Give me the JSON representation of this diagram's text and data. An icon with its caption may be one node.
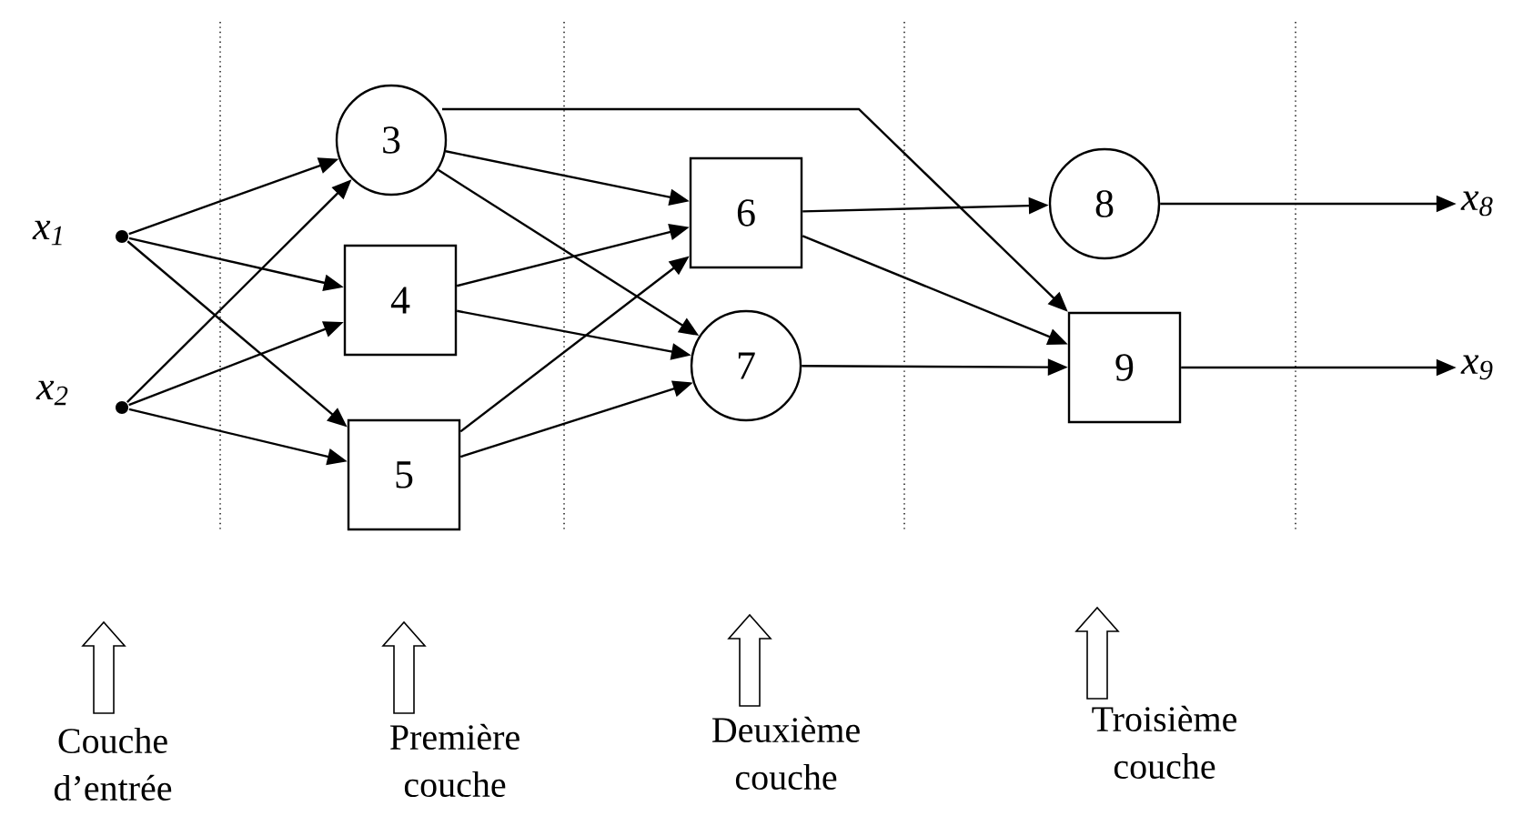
{
  "diagram": {
    "nodes": [
      {
        "text": [],
        "shape": "circle",
        "beside": [
          "x$_{1}$"
        ]
      },
      {
        "text": [],
        "shape": "circle",
        "beside": [
          "x$_{2}$"
        ]
      },
      {
        "text": [
          "3"
        ]
      },
      {
        "text": [
          "4"
        ]
      },
      {
        "text": [
          "5"
        ]
      },
      {
        "text": [
          "6"
        ]
      },
      {
        "text": [
          "7"
        ]
      },
      {
        "text": [
          "8"
        ]
      },
      {
        "text": [
          "9"
        ]
      },
      {
        "text": [
          "x$_{8}$"
        ]
      },
      {
        "text": [
          "x$_{9}$"
        ]
      }
    ],
    "edges": [
      {
        "from": 0,
        "to": 2,
        "arrow": "to"
      },
      {
        "from": 0,
        "to": 3,
        "arrow": "to"
      },
      {
        "from": 0,
        "to": 4,
        "arrow": "to"
      },
      {
        "from": 1,
        "to": 2,
        "arrow": "to"
      },
      {
        "from": 1,
        "to": 3,
        "arrow": "to"
      },
      {
        "from": 1,
        "to": 4,
        "arrow": "to"
      },
      {
        "from": 2,
        "to": 5,
        "arrow": "to"
      },
      {
        "from": 2,
        "to": 6,
        "arrow": "to"
      },
      {
        "from": 2,
        "to": 8,
        "arrow": "to"
      },
      {
        "from": 3,
        "to": 5,
        "arrow": "to"
      },
      {
        "from": 3,
        "to": 6,
        "arrow": "to"
      },
      {
        "from": 4,
        "to": 5,
        "arrow": "to"
      },
      {
        "from": 4,
        "to": 6,
        "arrow": "to"
      },
      {
        "from": 5,
        "to": 7,
        "arrow": "to"
      },
      {
        "from": 5,
        "to": 8,
        "arrow": "to"
      },
      {
        "from": 6,
        "to": 8,
        "arrow": "to"
      },
      {
        "from": 7,
        "to": 9,
        "arrow": "to"
      },
      {
        "from": 8,
        "to": 10,
        "arrow": "to"
      }
    ],
    "labels": [
      "Couche d’entrée",
      "Première couche",
      "Deuxième couche",
      "Troisième couche"
    ]
  }
}
